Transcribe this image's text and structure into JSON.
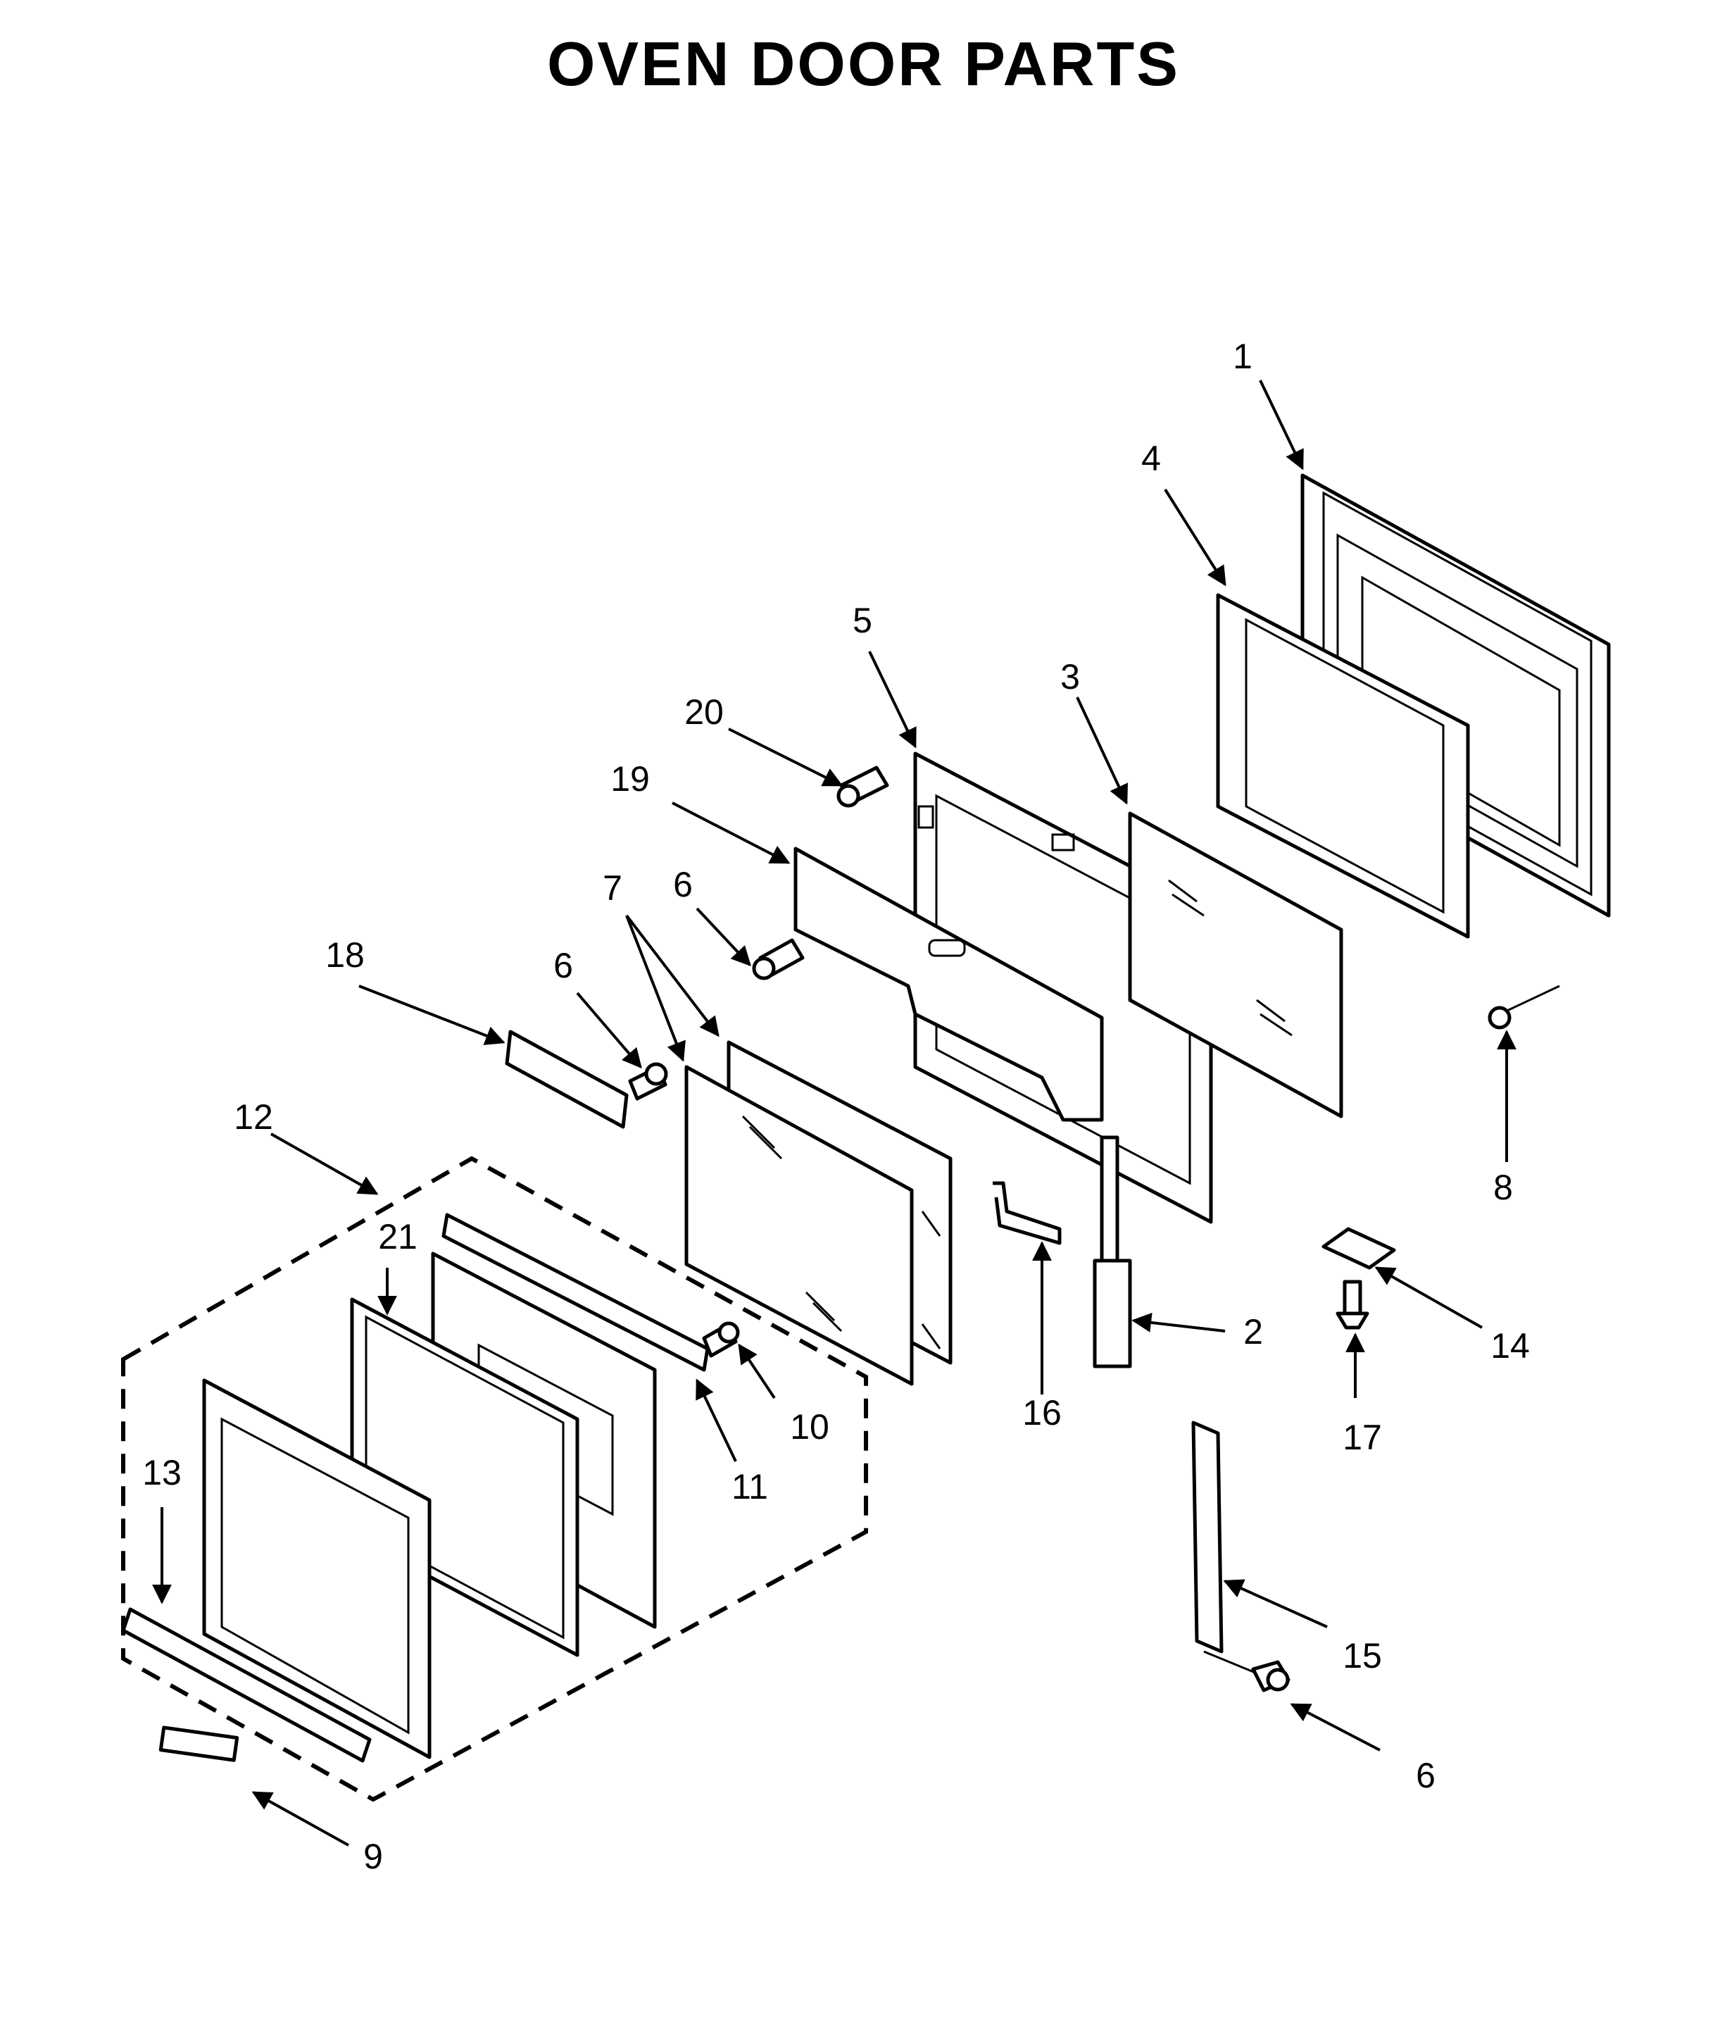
{
  "title": "OVEN DOOR PARTS",
  "callouts": [
    {
      "id": "c1",
      "label": "1"
    },
    {
      "id": "c2",
      "label": "2"
    },
    {
      "id": "c3",
      "label": "3"
    },
    {
      "id": "c4",
      "label": "4"
    },
    {
      "id": "c5",
      "label": "5"
    },
    {
      "id": "c6a",
      "label": "6"
    },
    {
      "id": "c6b",
      "label": "6"
    },
    {
      "id": "c6c",
      "label": "6"
    },
    {
      "id": "c7",
      "label": "7"
    },
    {
      "id": "c8",
      "label": "8"
    },
    {
      "id": "c9",
      "label": "9"
    },
    {
      "id": "c10",
      "label": "10"
    },
    {
      "id": "c11",
      "label": "11"
    },
    {
      "id": "c12",
      "label": "12"
    },
    {
      "id": "c13",
      "label": "13"
    },
    {
      "id": "c14",
      "label": "14"
    },
    {
      "id": "c15",
      "label": "15"
    },
    {
      "id": "c16",
      "label": "16"
    },
    {
      "id": "c17",
      "label": "17"
    },
    {
      "id": "c18",
      "label": "18"
    },
    {
      "id": "c19",
      "label": "19"
    },
    {
      "id": "c20",
      "label": "20"
    },
    {
      "id": "c21",
      "label": "21"
    }
  ]
}
